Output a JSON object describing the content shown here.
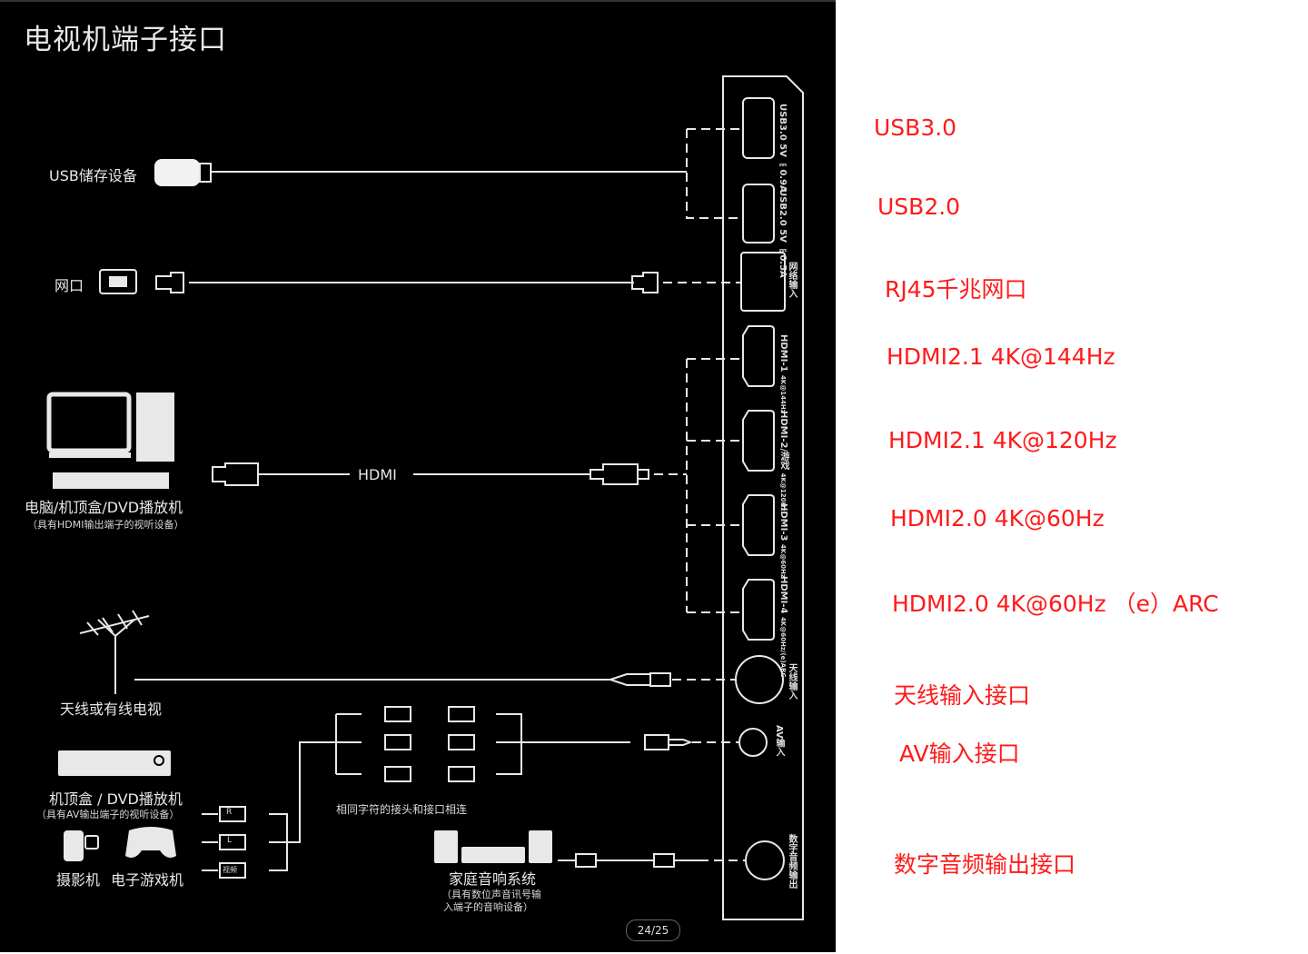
{
  "diagram": {
    "title": "电视机端子接口",
    "devices": {
      "usb_storage": "USB储存设备",
      "network": "网口",
      "pc": "电脑/机顶盒/DVD播放机",
      "pc_sub": "（具有HDMI输出端子的视听设备）",
      "hdmi_cable": "HDMI",
      "antenna": "天线或有线电视",
      "av_box": "机顶盒 / DVD播放机",
      "av_box_sub": "（具有AV输出端子的视听设备）",
      "camcorder": "摄影机",
      "game": "电子游戏机",
      "av_note": "相同字符的接头和接口相连",
      "audio": "家庭音响系统",
      "audio_sub1": "（具有数位声音讯号输",
      "audio_sub2": "入端子的音响设备）"
    },
    "rca_labels": [
      "R",
      "L",
      "视频"
    ],
    "tv_ports": [
      {
        "name": "USB3.0",
        "spec": "5V ⎓0.9A"
      },
      {
        "name": "USB2.0",
        "spec": "5V ⎓0.5A"
      },
      {
        "name": "网络输入",
        "spec": ""
      },
      {
        "name": "HDMI-1",
        "spec": "4K@144Hz"
      },
      {
        "name": "HDMI-2/游戏",
        "spec": "4K@120Hz"
      },
      {
        "name": "HDMI-3",
        "spec": "4K@60Hz"
      },
      {
        "name": "HDMI-4",
        "spec": "4K@60Hz/(e)ARC"
      },
      {
        "name": "天线输入",
        "spec": ""
      },
      {
        "name": "AV输入",
        "spec": ""
      },
      {
        "name": "数字音频输出",
        "spec": ""
      }
    ],
    "page_indicator": "24/25"
  },
  "annotations": [
    "USB3.0",
    "USB2.0",
    "RJ45千兆网口",
    "HDMI2.1  4K@144Hz",
    "HDMI2.1  4K@120Hz",
    "HDMI2.0  4K@60Hz",
    "HDMI2.0  4K@60Hz （e）ARC",
    "天线输入接口",
    "AV输入接口",
    "数字音频输出接口"
  ],
  "colors": {
    "annotation": "#ff1a1a",
    "background_dark": "#000000",
    "line": "#e8e8e8"
  }
}
